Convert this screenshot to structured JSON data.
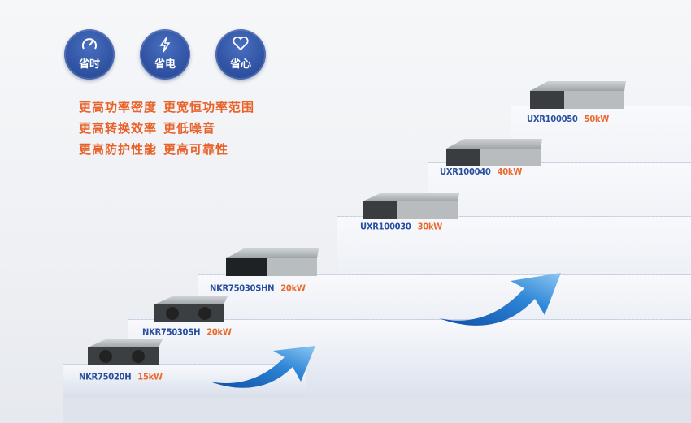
{
  "badges": [
    {
      "icon": "speedometer-icon",
      "label": "省时"
    },
    {
      "icon": "lightning-icon",
      "label": "省电"
    },
    {
      "icon": "heart-icon",
      "label": "省心"
    }
  ],
  "features": [
    [
      "更高功率密度",
      "更宽恒功率范围"
    ],
    [
      "更高转换效率",
      "更低噪音"
    ],
    [
      "更高防护性能",
      "更高可靠性"
    ]
  ],
  "products": [
    {
      "model": "NKR75020H",
      "power": "15kW"
    },
    {
      "model": "NKR75030SH",
      "power": "20kW"
    },
    {
      "model": "NKR75030SHN",
      "power": "20kW"
    },
    {
      "model": "UXR100030",
      "power": "30kW"
    },
    {
      "model": "UXR100040",
      "power": "40kW"
    },
    {
      "model": "UXR100050",
      "power": "50kW"
    }
  ],
  "colors": {
    "accent": "#e8622a",
    "brand": "#2c4f9e",
    "arrow": "#2f86d6"
  }
}
